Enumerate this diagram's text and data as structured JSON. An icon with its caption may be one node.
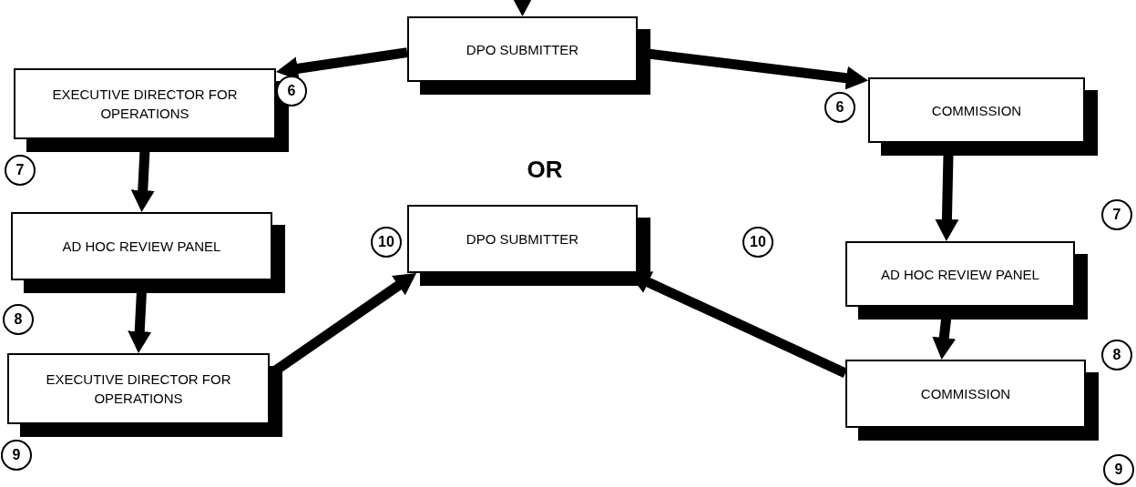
{
  "diagram": {
    "nodes": [
      {
        "text": [
          "DPO SUBMITTER"
        ]
      },
      {
        "text": [
          "EXECUTIVE DIRECTOR FOR OPERATIONS"
        ]
      },
      {
        "text": [
          "COMMISSION"
        ]
      },
      {
        "text": [
          "AD HOC REVIEW PANEL"
        ]
      },
      {
        "text": [
          "DPO SUBMITTER"
        ]
      },
      {
        "text": [
          "AD HOC REVIEW PANEL"
        ]
      },
      {
        "text": [
          "EXECUTIVE DIRECTOR FOR OPERATIONS"
        ]
      },
      {
        "text": [
          "COMMISSION"
        ]
      }
    ],
    "edges": [
      {
        "from": null,
        "to": 0,
        "arrow": "to"
      },
      {
        "from": 0,
        "to": 1,
        "arrow": "to"
      },
      {
        "from": 0,
        "to": 2,
        "arrow": "to"
      },
      {
        "from": 1,
        "to": 3,
        "arrow": "to"
      },
      {
        "from": 3,
        "to": 6,
        "arrow": "to"
      },
      {
        "from": 2,
        "to": 5,
        "arrow": "to"
      },
      {
        "from": 5,
        "to": 7,
        "arrow": "to"
      },
      {
        "from": 6,
        "to": 4,
        "arrow": "to"
      },
      {
        "from": 7,
        "to": 4,
        "arrow": "to"
      }
    ],
    "labels": [
      "6",
      "6",
      "OR",
      "7",
      "7",
      "10",
      "10",
      "8",
      "8",
      "9",
      "9"
    ]
  }
}
